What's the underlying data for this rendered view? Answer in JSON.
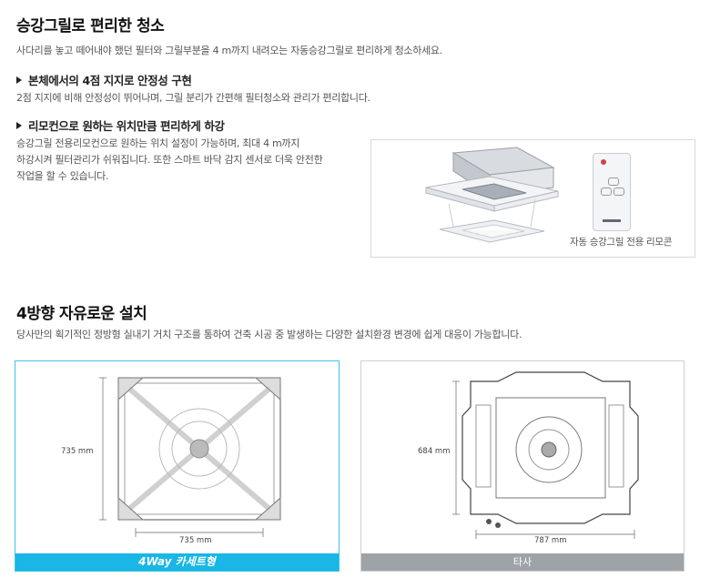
{
  "section1": {
    "title": "승강그릴로 편리한 청소",
    "intro": "사다리를 놓고 떼어내야 했던 필터와 그릴부분을 4 m까지 내려오는 자동승강그릴로 편리하게 청소하세요.",
    "points": [
      {
        "heading": "본체에서의 4점 지지로 안정성 구현",
        "lines": [
          "2점 지지에 비해 안정성이 뛰어나며, 그릴 분리가 간편해 필터청소와 관리가 편리합니다."
        ]
      },
      {
        "heading": "리모컨으로 원하는 위치만큼 편리하게 하강",
        "lines": [
          "승강그릴 전용리모컨으로 원하는 위치 설정이 가능하며, 최대 4 m까지",
          "하강시켜 필터관리가 쉬워집니다. 또한 스마트 바닥 감지 센서로 더욱 안전한",
          "작업을 할 수 있습니다."
        ]
      }
    ],
    "remote_caption": "자동 승강그릴 전용 리모콘"
  },
  "section2": {
    "title": "4방향 자유로운 설치",
    "intro": "당사만의 획기적인 정방형 실내기 거치 구조를 통하여 건축 시공 중 발생하는 다양한 설치환경 변경에 쉽게 대응이 가능합니다.",
    "panels": [
      {
        "label": "4Way 카세트형",
        "height_dim": "735 mm",
        "width_dim": "735 mm"
      },
      {
        "label": "타사",
        "height_dim": "684 mm",
        "width_dim": "787 mm"
      }
    ]
  },
  "colors": {
    "accent": "#19b6e6",
    "grey_band": "#9ea3a8"
  }
}
